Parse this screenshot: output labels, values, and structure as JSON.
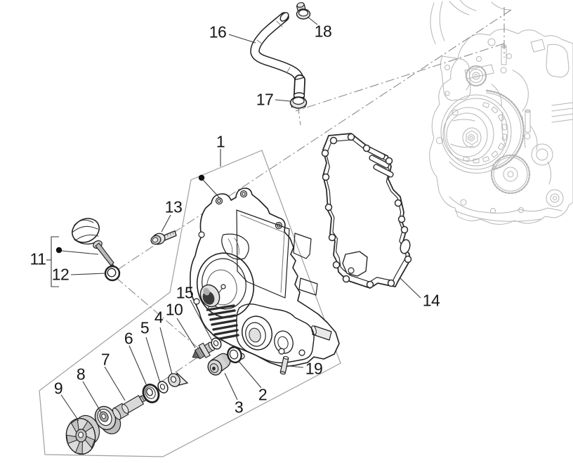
{
  "figure": {
    "background": "#ffffff"
  },
  "colors": {
    "line_dark": "#1f1f1f",
    "line_light": "#b5b5b5",
    "line_leader": "#3a3a3a",
    "line_construction": "#9f9f9f",
    "line_axis": "#8c8c8c",
    "fill_part_gray": "#d6d6d6",
    "callout_text": "#161616"
  },
  "callouts": [
    {
      "label": "1",
      "part": "flywheel-magneto-cover"
    },
    {
      "label": "2",
      "part": "sealing-washer"
    },
    {
      "label": "3",
      "part": "oil-filler-plug"
    },
    {
      "label": "4",
      "part": "retaining-bracket"
    },
    {
      "label": "5",
      "part": "washer"
    },
    {
      "label": "6",
      "part": "gasket-ring"
    },
    {
      "label": "7",
      "part": "water-pump-shaft"
    },
    {
      "label": "8",
      "part": "mechanical-seal"
    },
    {
      "label": "9",
      "part": "impeller"
    },
    {
      "label": "10",
      "part": "temperature-sensor"
    },
    {
      "label": "11",
      "part": "oil-dipstick-assembly"
    },
    {
      "label": "12",
      "part": "dipstick-o-ring"
    },
    {
      "label": "13",
      "part": "flanged-bolt"
    },
    {
      "label": "14",
      "part": "cover-gasket"
    },
    {
      "label": "15",
      "part": "washer"
    },
    {
      "label": "16",
      "part": "breather-hose"
    },
    {
      "label": "17",
      "part": "hose-clamp"
    },
    {
      "label": "18",
      "part": "hose-clip"
    },
    {
      "label": "19",
      "part": "dowel-pin"
    }
  ]
}
